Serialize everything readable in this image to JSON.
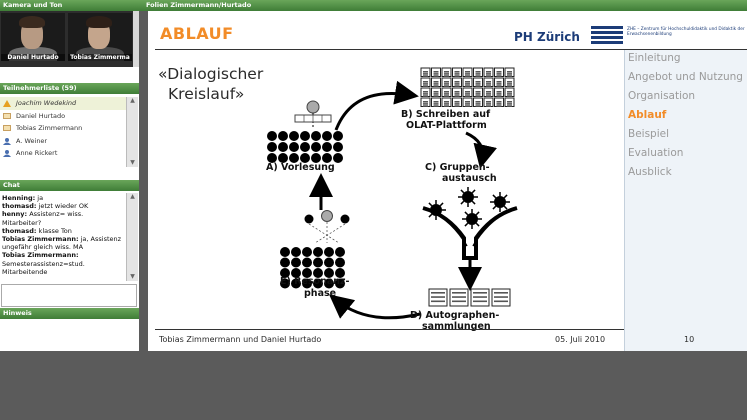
{
  "left_panel": {
    "camera_title": "Kamera und Ton",
    "videos": [
      {
        "name": "Daniel Hurtado"
      },
      {
        "name": "Tobias Zimmerma"
      }
    ],
    "participants_title": "Teilnehmerliste (59)",
    "participants": [
      {
        "name": "Joachim Wedekind",
        "italic": true
      },
      {
        "name": "Daniel Hurtado",
        "italic": false
      },
      {
        "name": "Tobias Zimmermann",
        "italic": false
      },
      {
        "name": "A. Weiner",
        "italic": false
      },
      {
        "name": "Anne Rickert",
        "italic": false
      }
    ],
    "chat_title": "Chat",
    "chat_messages": [
      {
        "user": "Henning:",
        "text": " ja"
      },
      {
        "user": "thomasd:",
        "text": " jetzt wieder OK"
      },
      {
        "user": "henny:",
        "text": " Assistenz= wiss. Mitarbeiter?"
      },
      {
        "user": "thomasd:",
        "text": " klasse Ton"
      },
      {
        "user": "Tobias Zimmermann:",
        "text": " ja, Assistenz ungefähr gleich wiss. MA"
      },
      {
        "user": "Tobias Zimmermann:",
        "text": " Semesterassistenz=stud. Mitarbeitende"
      }
    ],
    "notes_title": "Hinweis"
  },
  "slide_window": {
    "title": "Folien Zimmermann/Hurtado"
  },
  "slide": {
    "title": "ABLAUF",
    "logo_text": "PH Zürich",
    "logo_subtext": "ZHE – Zentrum für Hochschuldidaktik und Didaktik der Erwachsenenbildung",
    "heading_line1": "«Dialogischer",
    "heading_line2": "Kreislauf»",
    "nav": [
      {
        "label": "Einleitung",
        "active": false
      },
      {
        "label": "Angebot und Nutzung",
        "active": false
      },
      {
        "label": "Organisation",
        "active": false
      },
      {
        "label": "Ablauf",
        "active": true
      },
      {
        "label": "Beispiel",
        "active": false
      },
      {
        "label": "Evaluation",
        "active": false
      },
      {
        "label": "Ausblick",
        "active": false
      }
    ],
    "diagram": {
      "a": "A) Vorlesung",
      "b1": "B) Schreiben auf",
      "b2": "OLAT-Plattform",
      "c1": "C) Gruppen-",
      "c2": "austausch",
      "d1": "D) Autographen-",
      "d2": "sammlungen",
      "e1": "E) Resonanz-",
      "e2": "phase"
    },
    "footer_names": "Tobias Zimmermann und Daniel Hurtado",
    "footer_date": "05. Juli 2010",
    "footer_page": "10"
  },
  "colors": {
    "accent": "#f28c28",
    "panel_green": "#4f8f44",
    "logo_blue": "#1c3c78"
  }
}
